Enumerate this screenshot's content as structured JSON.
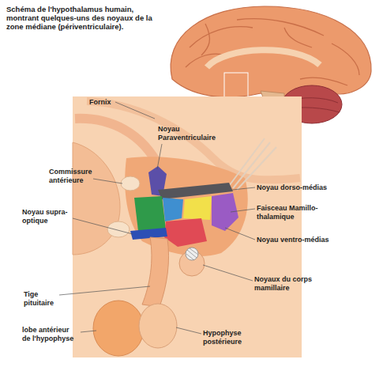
{
  "diagram": {
    "title": "Schéma de l'hypothalamus humain, montrant quelques-uns des noyaux de la zone médiane (périventriculaire).",
    "labels": [
      "Fornix",
      "Noyau Paraventriculaire",
      "Commissure antérieure",
      "Noyau supra-optique",
      "Tige pituitaire",
      "lobe antérieur de l'hypophyse",
      "Noyau dorso-médias",
      "Faisceau Mamillo-thalamique",
      "Noyau ventro-médias",
      "Noyaux du corps mamillaire",
      "Hypophyse postérieure"
    ]
  }
}
